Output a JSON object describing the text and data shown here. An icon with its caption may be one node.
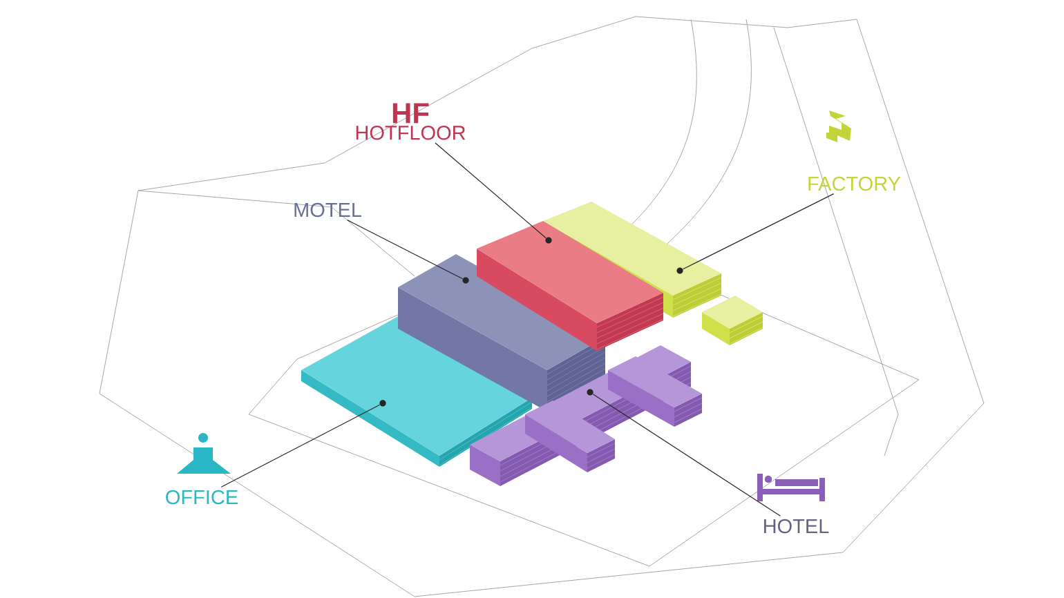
{
  "diagram": {
    "nodes": [
      {
        "text": [
          "HF",
          "HOTFLOOR"
        ]
      },
      {
        "text": [
          "MOTEL"
        ]
      },
      {
        "text": [
          "FACTORY"
        ]
      },
      {
        "text": [
          "OFFICE"
        ]
      },
      {
        "text": [
          "HOTEL"
        ]
      },
      {
        "text": [],
        "shape": "picture"
      },
      {
        "text": [],
        "shape": "picture"
      },
      {
        "text": [],
        "shape": "picture"
      },
      {
        "text": [],
        "shape": "picture"
      },
      {
        "text": [],
        "shape": "picture"
      }
    ],
    "edges": [
      {
        "from": 0,
        "to": 5,
        "arrow": "none"
      },
      {
        "from": 1,
        "to": 6,
        "arrow": "none"
      },
      {
        "from": 2,
        "to": 7,
        "arrow": "none"
      },
      {
        "from": 3,
        "to": 8,
        "arrow": "none"
      },
      {
        "from": 4,
        "to": 9,
        "arrow": "none"
      }
    ]
  }
}
